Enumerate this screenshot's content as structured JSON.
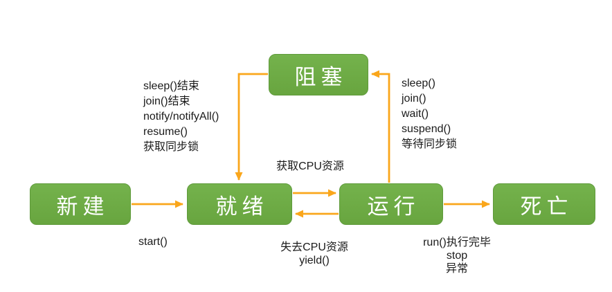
{
  "diagram": {
    "type": "state-diagram",
    "colors": {
      "state_fill": "#6CAA46",
      "state_border": "#5F9A3B",
      "state_text": "#FFFFFF",
      "arrow": "#FAA61B",
      "label_text": "#1A1A1A",
      "background": "#FFFFFF"
    },
    "states": [
      {
        "id": "blocked",
        "label": "阻塞"
      },
      {
        "id": "new",
        "label": "新建"
      },
      {
        "id": "ready",
        "label": "就绪"
      },
      {
        "id": "running",
        "label": "运行"
      },
      {
        "id": "dead",
        "label": "死亡"
      }
    ],
    "edges": [
      {
        "from": "new",
        "to": "ready"
      },
      {
        "from": "ready",
        "to": "running"
      },
      {
        "from": "running",
        "to": "ready"
      },
      {
        "from": "running",
        "to": "dead"
      },
      {
        "from": "blocked",
        "to": "ready"
      },
      {
        "from": "running",
        "to": "blocked"
      }
    ],
    "edge_labels": {
      "blocked_to_ready": {
        "lines": [
          "sleep()结束",
          "join()结束",
          "notify/notifyAll()",
          "resume()",
          "获取同步锁"
        ]
      },
      "running_to_blocked": {
        "lines": [
          "sleep()",
          "join()",
          "wait()",
          "suspend()",
          "等待同步锁"
        ]
      },
      "ready_to_running": "获取CPU资源",
      "new_to_ready": "start()",
      "running_to_ready": {
        "lines": [
          "失去CPU资源",
          "yield()"
        ]
      },
      "running_to_dead": {
        "lines": [
          "run()执行完毕",
          "stop",
          "异常"
        ]
      }
    }
  }
}
